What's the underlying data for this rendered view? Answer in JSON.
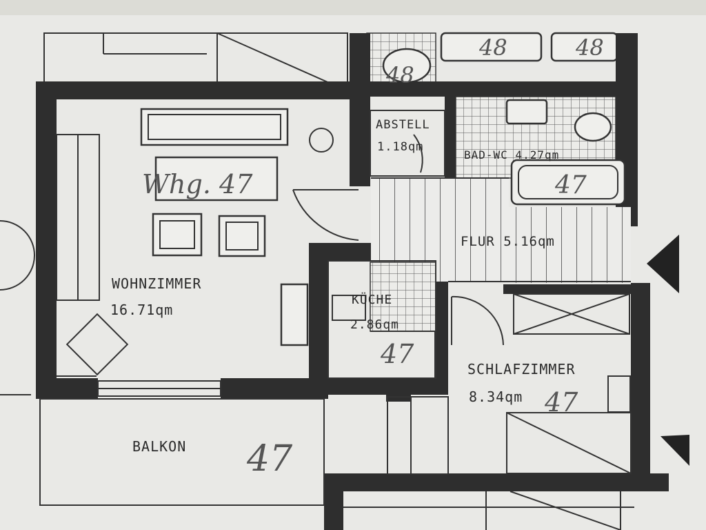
{
  "colors": {
    "paper": "#e9e9e6",
    "wall": "#2e2e2e",
    "ink": "#333333",
    "pencil": "#555555"
  },
  "rooms": {
    "wohnzimmer": {
      "name": "WOHNZIMMER",
      "area": "16.71qm"
    },
    "abstell": {
      "name": "ABSTELL",
      "area": "1.18qm"
    },
    "bad": {
      "name": "BAD-WC 4.27qm"
    },
    "flur": {
      "name": "FLUR 5.16qm"
    },
    "kueche": {
      "name": "KÜCHE",
      "area": "2.86qm"
    },
    "schlafzimmer": {
      "name": "SCHLAFZIMMER",
      "area": "8.34qm"
    },
    "balkon": {
      "name": "BALKON"
    }
  },
  "handwritten": {
    "wohnzimmer": "Whg. 47",
    "balkon": "47",
    "kueche": "47",
    "schlafzimmer": "47",
    "bad": "47",
    "neighbor_wc": "48",
    "neighbor_1": "48",
    "neighbor_2": "48"
  },
  "icons": [
    "entrance-arrow-icon",
    "corner-arrow-icon"
  ]
}
